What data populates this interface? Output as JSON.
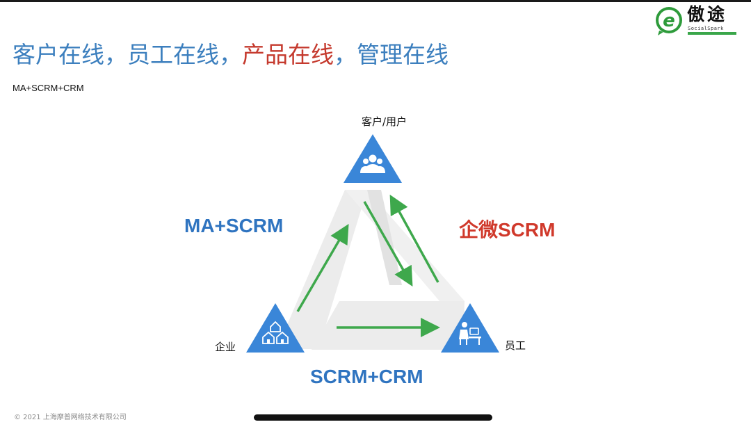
{
  "logo": {
    "brand": "傲途",
    "sub": "SocialSpark"
  },
  "title": {
    "part1": "客户在线，员工在线，",
    "part2": "产品在线",
    "part3": "，管理在线"
  },
  "subtitle": "MA+SCRM+CRM",
  "diagram": {
    "nodes": {
      "top": {
        "label": "客户/用户",
        "icon": "users-icon"
      },
      "left": {
        "label": "企业",
        "icon": "houses-icon"
      },
      "right": {
        "label": "员工",
        "icon": "employee-desk-icon"
      }
    },
    "sides": {
      "left": "MA+SCRM",
      "right": "企微SCRM",
      "bottom": "SCRM+CRM"
    }
  },
  "footer": "© 2021 上海摩普网络技术有限公司",
  "colors": {
    "accent_blue": "#3c7fbe",
    "accent_red": "#c53a2e",
    "node_blue": "#3a86d8",
    "arrow_green": "#3ea84c"
  }
}
